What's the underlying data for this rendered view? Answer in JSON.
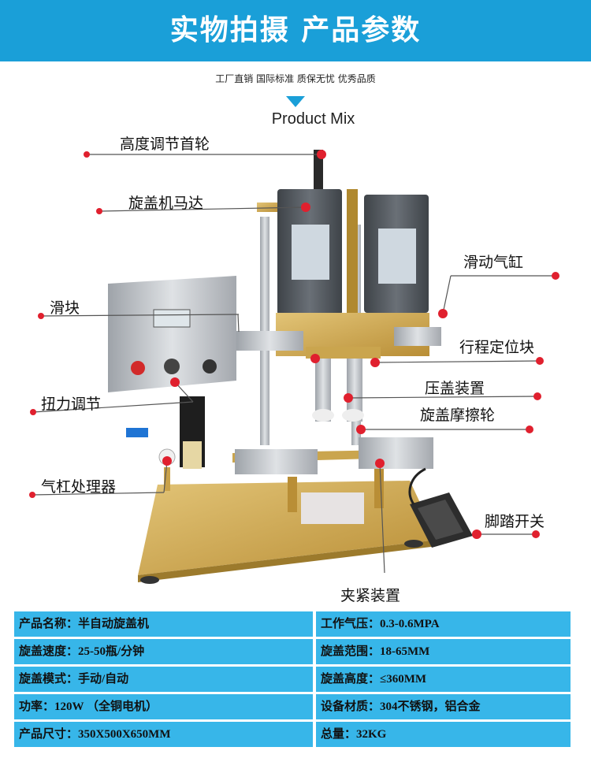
{
  "header": {
    "title": "实物拍摄 产品参数",
    "subtitle": "工厂直销 国际标准 质保无忧 优秀品质",
    "section_title": "Product Mix"
  },
  "callouts": {
    "height_wheel": "高度调节首轮",
    "capping_motor": "旋盖机马达",
    "slider": "滑块",
    "slide_cylinder": "滑动气缸",
    "stroke_block": "行程定位块",
    "press_cap": "压盖装置",
    "torque_adjust": "扭力调节",
    "friction_wheel": "旋盖摩擦轮",
    "air_processor": "气杠处理器",
    "foot_switch": "脚踏开关",
    "clamp": "夹紧装置"
  },
  "colors": {
    "banner": "#1a9fd8",
    "table_cell": "#37b6e9",
    "callout_dot": "#e0202e",
    "frame_gold": "#c9a24a",
    "steel": "#b8bcc2",
    "motor": "#50565c"
  },
  "specs": [
    {
      "left": "产品名称：半自动旋盖机",
      "right": "工作气压：0.3-0.6MPA"
    },
    {
      "left": "旋盖速度：25-50瓶/分钟",
      "right": "旋盖范围：18-65MM"
    },
    {
      "left": "旋盖模式：手动/自动",
      "right": "旋盖高度：≤360MM"
    },
    {
      "left": "功率：120W （全铜电机）",
      "right": "设备材质：304不锈钢，铝合金"
    },
    {
      "left": "产品尺寸：350X500X650MM",
      "right": "总量：32KG"
    }
  ]
}
